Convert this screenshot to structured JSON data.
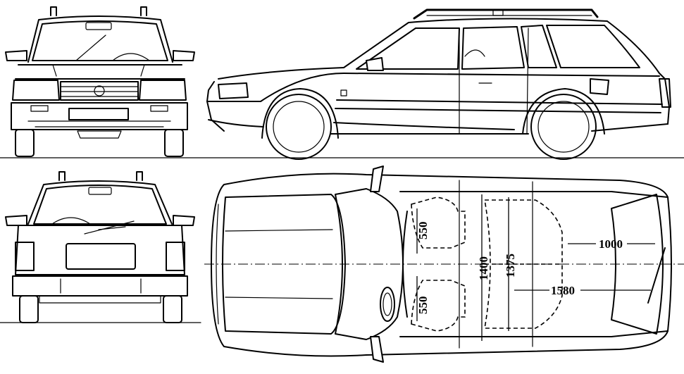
{
  "diagram": {
    "views": [
      "front-view",
      "side-view",
      "rear-view",
      "top-view"
    ],
    "dimensions": {
      "seat_left": "550",
      "seat_right": "550",
      "interior_width": "1400",
      "rear_width": "1375",
      "cargo_length": "1000",
      "rear_length": "1580"
    },
    "colors": {
      "line": "#000000",
      "background": "#ffffff"
    }
  }
}
